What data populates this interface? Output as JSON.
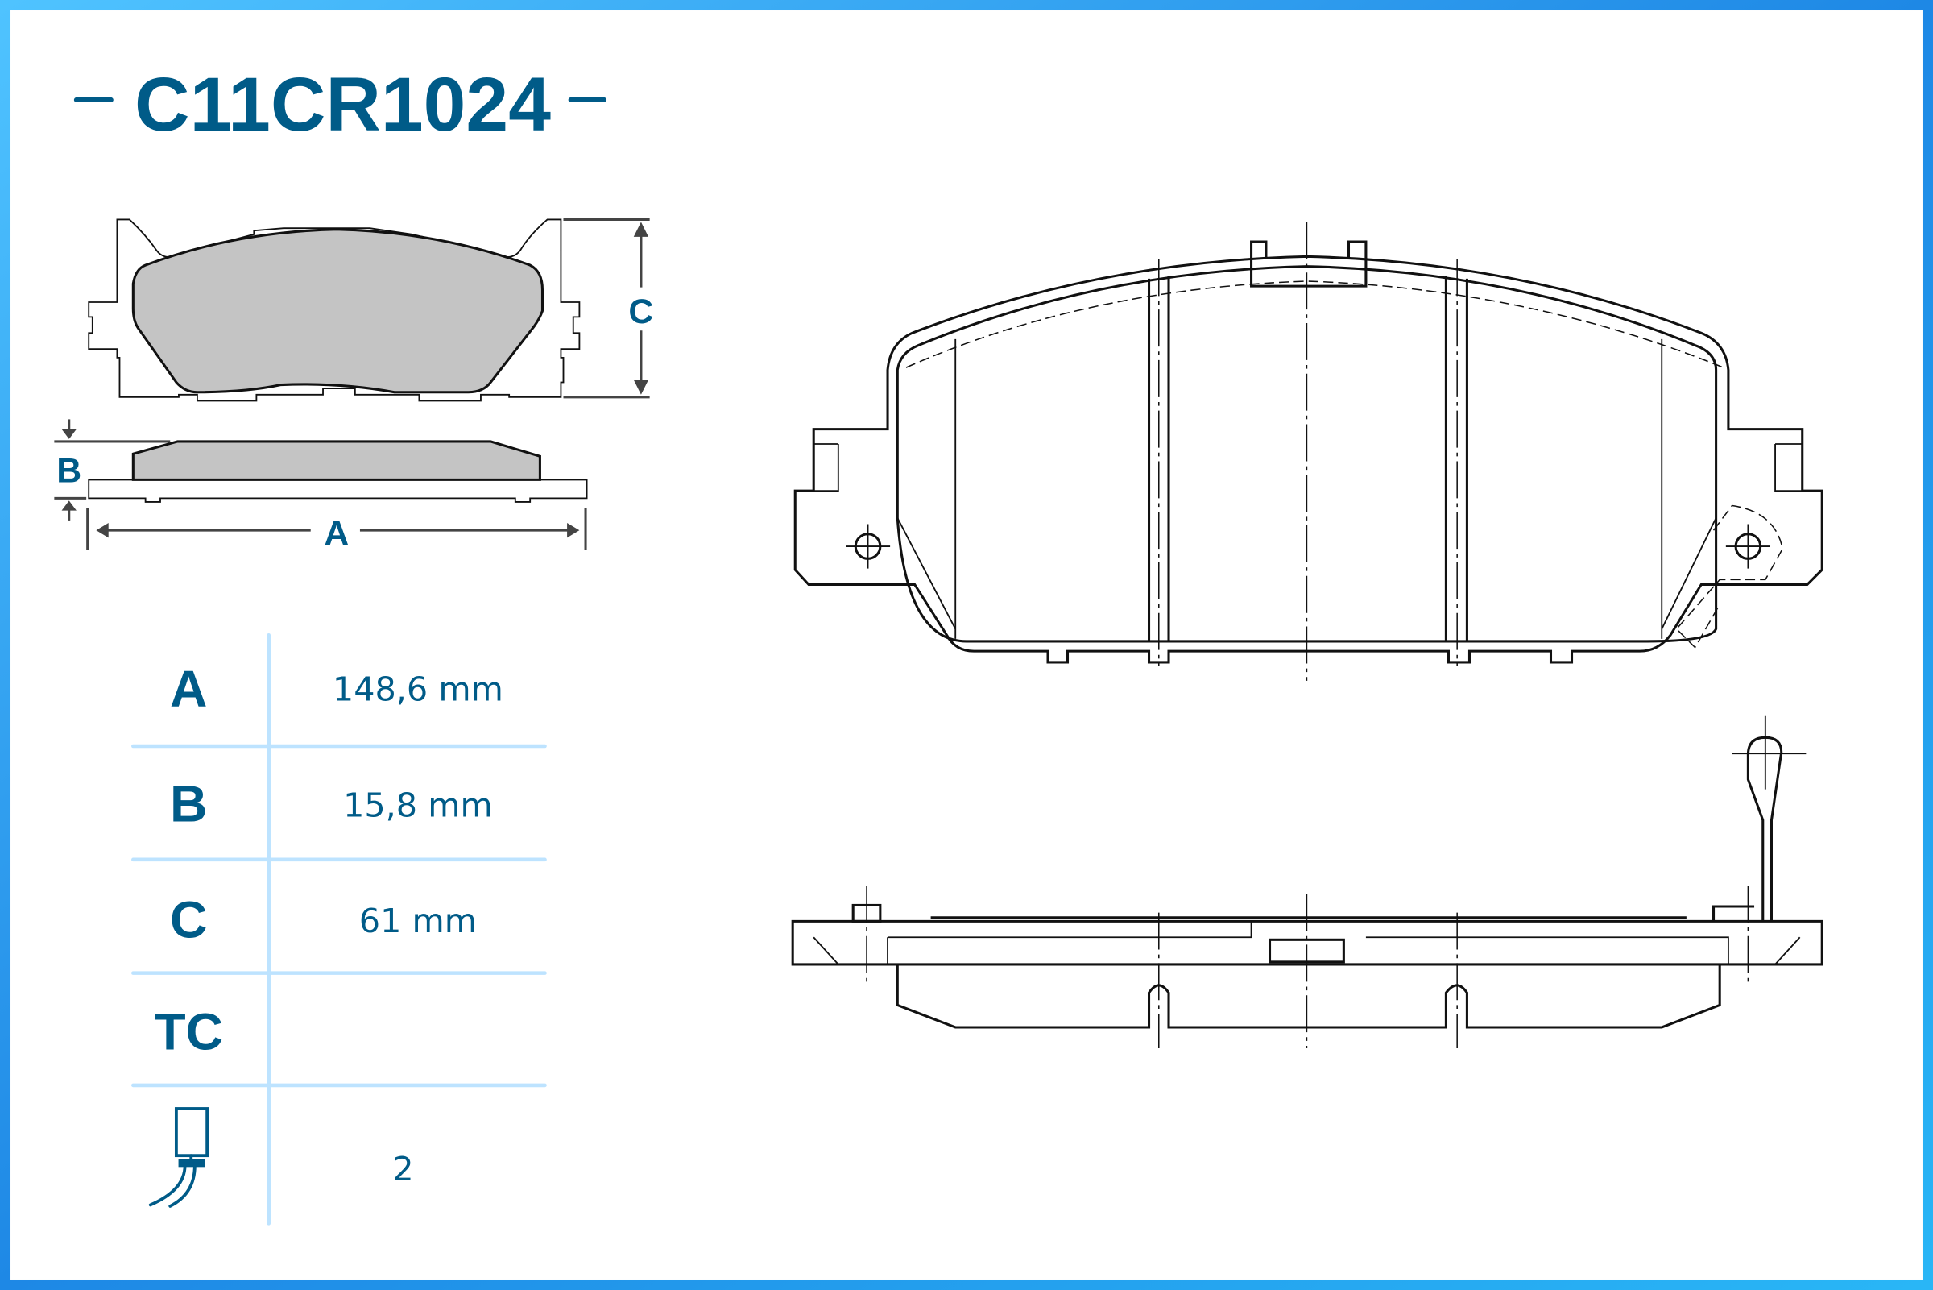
{
  "title": "C11CR1024",
  "colors": {
    "accent": "#005b88",
    "table_lines": "#bde3ff",
    "frame": "#1e88e5",
    "friction": "#c4c4c4"
  },
  "dimension_labels": {
    "a": "A",
    "b": "B",
    "c": "C"
  },
  "specs": [
    {
      "label": "A",
      "value": "148,6 mm"
    },
    {
      "label": "B",
      "value": "15,8 mm"
    },
    {
      "label": "C",
      "value": "61 mm"
    },
    {
      "label": "TC",
      "value": ""
    },
    {
      "icon": "wear-sensor-icon",
      "value": "2"
    }
  ]
}
